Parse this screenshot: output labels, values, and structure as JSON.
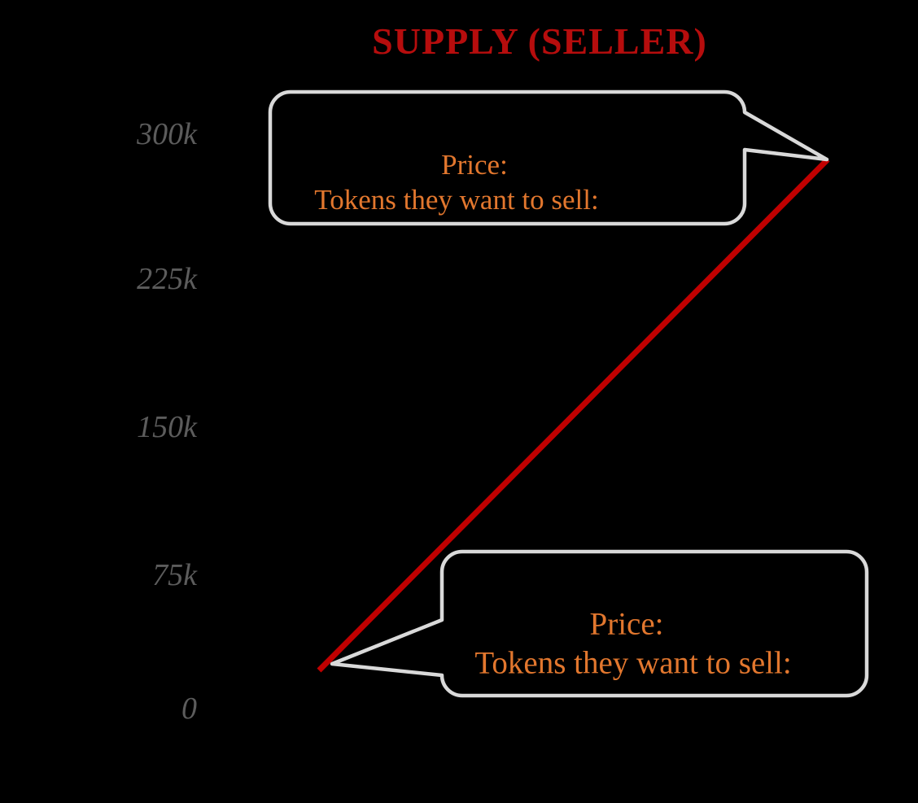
{
  "title": {
    "text": "SUPPLY (SELLER)",
    "color": "#b60d0d"
  },
  "y_axis": {
    "labels": [
      "300k",
      "225k",
      "150k",
      "75k",
      "0"
    ],
    "color": "#5c5c5c"
  },
  "supply_line": {
    "color": "#c00000"
  },
  "callouts": {
    "top": {
      "line1": "Price:",
      "line2": "Tokens they want to sell:"
    },
    "bottom": {
      "line1": "Price:",
      "line2": "Tokens they want to sell:"
    },
    "border_color": "#d9d9d9",
    "text_color": "#e2772e"
  },
  "background_color": "#000000",
  "chart_data": {
    "type": "line",
    "title": "SUPPLY (SELLER)",
    "xlabel": "",
    "ylabel": "",
    "y_tick_labels": [
      "300k",
      "225k",
      "150k",
      "75k",
      "0"
    ],
    "y_tick_values": [
      300000,
      225000,
      150000,
      75000,
      0
    ],
    "ylim": [
      0,
      300000
    ],
    "x_axis_labeled": false,
    "grid": false,
    "legend": false,
    "background": "#000000",
    "series": [
      {
        "name": "Supply",
        "color": "#c00000",
        "points": [
          {
            "x_position": "start",
            "y_estimate": 20000
          },
          {
            "x_position": "end",
            "y_estimate": 290000
          }
        ]
      }
    ],
    "annotations": [
      {
        "anchor": "upper end of supply line",
        "lines": [
          "Price:",
          "Tokens they want to sell:"
        ]
      },
      {
        "anchor": "lower end of supply line",
        "lines": [
          "Price:",
          "Tokens they want to sell:"
        ]
      }
    ]
  }
}
